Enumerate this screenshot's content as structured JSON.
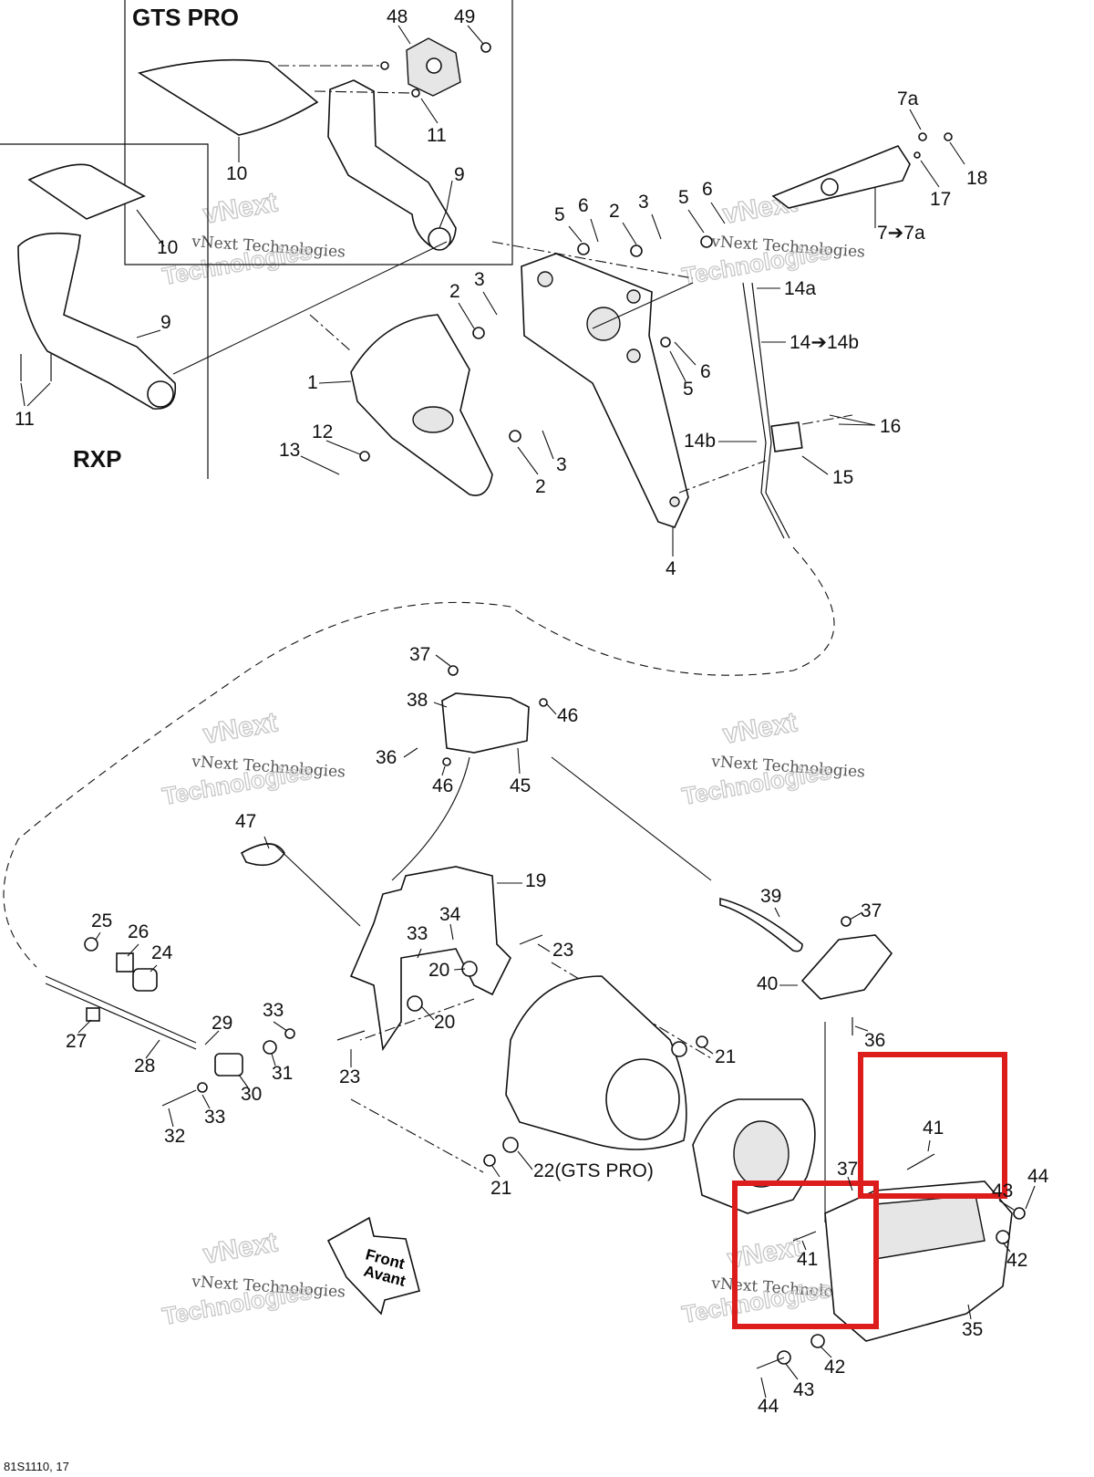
{
  "insets": {
    "gts_pro": "GTS PRO",
    "rxp": "RXP"
  },
  "watermark": {
    "line1": "vNext Technologies",
    "line2": "vNext",
    "line3": "Technologies"
  },
  "direction": {
    "line1": "Front",
    "line2": "Avant"
  },
  "footer_code": "81S1110, 17",
  "highlight_color": "#dd1c1c",
  "labels": {
    "l48": "48",
    "l49": "49",
    "l11a": "11",
    "l10a": "10",
    "l9a": "9",
    "l10b": "10",
    "l9b": "9",
    "l11b": "11",
    "l7a": "7a",
    "l18": "18",
    "l17": "17",
    "l7to7a": "7➔7a",
    "l5a": "5",
    "l6a": "6",
    "l2a": "2",
    "l3a": "3",
    "l5b": "5",
    "l6b": "6",
    "l14a": "14a",
    "l14to14b": "14➔14b",
    "l2b": "2",
    "l3b": "3",
    "l6c": "6",
    "l5c": "5",
    "l1": "1",
    "l12": "12",
    "l13": "13",
    "l3c": "3",
    "l2c": "2",
    "l14b": "14b",
    "l16": "16",
    "l15": "15",
    "l4": "4",
    "l37a": "37",
    "l38": "38",
    "l46a": "46",
    "l36a": "36",
    "l46b": "46",
    "l45": "45",
    "l47": "47",
    "l19": "19",
    "l34": "34",
    "l33a": "33",
    "l20a": "20",
    "l23a": "23",
    "l20b": "20",
    "l25": "25",
    "l26": "26",
    "l24": "24",
    "l27": "27",
    "l29": "29",
    "l28": "28",
    "l33b": "33",
    "l31": "31",
    "l30": "30",
    "l23b": "23",
    "l33c": "33",
    "l32": "32",
    "l39": "39",
    "l37b": "37",
    "l40": "40",
    "l36b": "36",
    "l21a": "21",
    "l21b": "21",
    "l22": "22(GTS PRO)",
    "l41a": "41",
    "l37c": "37",
    "l43a": "43",
    "l44a": "44",
    "l41b": "41",
    "l42a": "42",
    "l35": "35",
    "l42b": "42",
    "l43b": "43",
    "l44b": "44"
  }
}
